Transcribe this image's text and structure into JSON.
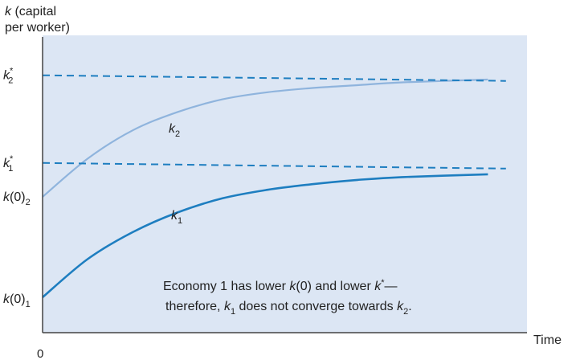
{
  "chart_data": {
    "type": "line",
    "y_axis_label": [
      "k (capital",
      "per worker)"
    ],
    "x_axis_label": "Time",
    "origin_label": "0",
    "x_range": [
      0,
      10
    ],
    "y_range": [
      0,
      10
    ],
    "y_ticks": [
      {
        "base": "k",
        "sup": "*",
        "sub": "2",
        "value": 9.1
      },
      {
        "base": "k",
        "sup": "*",
        "sub": "1",
        "value": 6.0
      },
      {
        "base": "k(0)",
        "sup": "",
        "sub": "2",
        "value": 4.8
      },
      {
        "base": "k(0)",
        "sup": "",
        "sub": "1",
        "value": 1.2
      }
    ],
    "series": [
      {
        "name": "k2",
        "label_base": "k",
        "label_sub": "2",
        "style": "solid",
        "color": "#8fb4dd",
        "x": [
          0,
          1,
          2,
          3,
          4,
          5,
          6,
          7,
          8,
          9.9
        ],
        "y": [
          4.8,
          6.15,
          7.15,
          7.8,
          8.25,
          8.5,
          8.65,
          8.75,
          8.85,
          8.95
        ]
      },
      {
        "name": "k1",
        "label_base": "k",
        "label_sub": "1",
        "style": "solid",
        "color": "#1e7ec0",
        "x": [
          0,
          1,
          2,
          3,
          4,
          5,
          6,
          7,
          8,
          9.9
        ],
        "y": [
          1.25,
          2.6,
          3.55,
          4.25,
          4.75,
          5.05,
          5.25,
          5.4,
          5.5,
          5.6
        ]
      },
      {
        "name": "k2*",
        "style": "dashed",
        "color": "#1e7ec0",
        "x": [
          0,
          10.3
        ],
        "y": [
          9.1,
          8.9
        ]
      },
      {
        "name": "k1*",
        "style": "dashed",
        "color": "#1e7ec0",
        "x": [
          0,
          10.3
        ],
        "y": [
          6.0,
          5.8
        ]
      }
    ],
    "annotation": {
      "line1": [
        "Economy 1 has lower ",
        {
          "i": "k"
        },
        "(0) and lower ",
        {
          "i": "k"
        },
        {
          "sup": "*"
        },
        "—"
      ],
      "line2": [
        "therefore, ",
        {
          "i": "k"
        },
        {
          "sub": "1"
        },
        " does not converge towards ",
        {
          "i": "k"
        },
        {
          "sub": "2"
        },
        "."
      ]
    },
    "colors": {
      "plot_background": "#dce6f4",
      "axis": "#444444",
      "curve_dark": "#1e7ec0",
      "curve_light": "#8fb4dd"
    }
  }
}
